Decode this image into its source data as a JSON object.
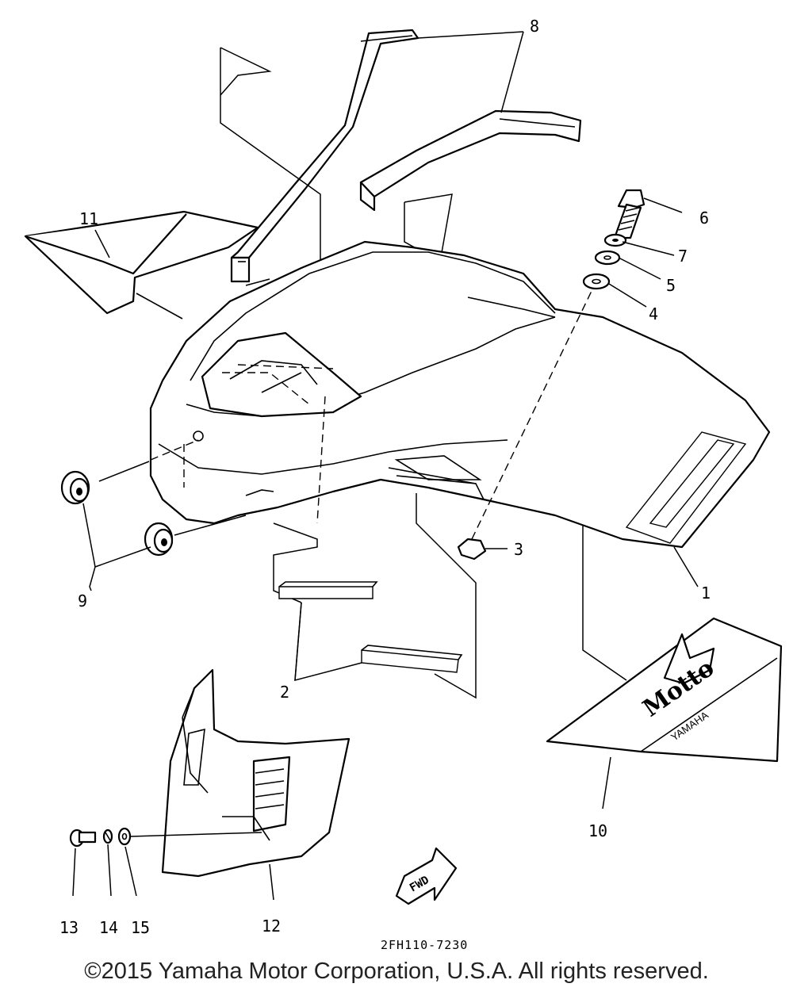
{
  "diagram": {
    "code": "2FH110-7230",
    "copyright": "©2015 Yamaha Motor Corporation, U.S.A. All rights reserved.",
    "fwd_label": "FWD",
    "brand_text": {
      "motto": "Motto",
      "yamaha": "YAMAHA"
    },
    "callouts": {
      "c1": "1",
      "c2": "2",
      "c3": "3",
      "c4": "4",
      "c5": "5",
      "c6": "6",
      "c7": "7",
      "c8": "8",
      "c9": "9",
      "c10": "10",
      "c11": "11",
      "c12": "12",
      "c13": "13",
      "c14": "14",
      "c15": "15"
    }
  }
}
